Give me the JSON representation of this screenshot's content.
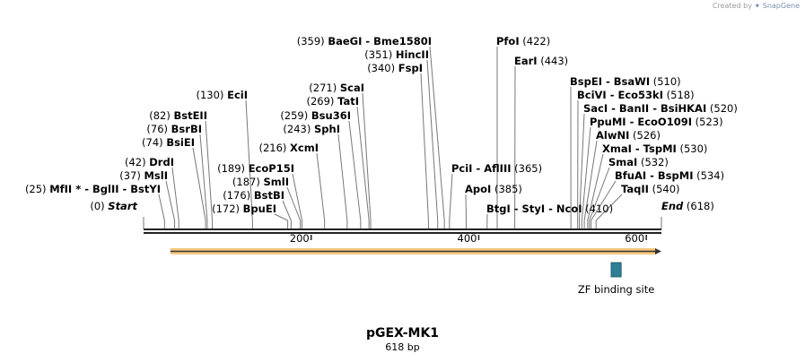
{
  "credit": {
    "prefix": "Created by",
    "brand": "SnapGene",
    "icon": "snapgene-logo-icon"
  },
  "title": "pGEX-MK1",
  "subtitle": "618 bp",
  "map": {
    "length": 618,
    "ticks": [
      {
        "value": 200,
        "label": "200"
      },
      {
        "value": 400,
        "label": "400"
      },
      {
        "value": 600,
        "label": "600"
      }
    ],
    "start": {
      "label": "Start",
      "pos": "(0)"
    },
    "end": {
      "label": "End",
      "pos": "(618)"
    },
    "orf": {
      "from": 32,
      "to": 618,
      "color": "#f5c77e"
    },
    "features": [
      {
        "name": "ZF binding site",
        "from": 558,
        "to": 570,
        "color": "#2e7f96"
      }
    ],
    "sites": [
      {
        "name": "MfII *",
        "site": 25
      },
      {
        "name": "BglII",
        "site": 25
      },
      {
        "name": "BstYI",
        "site": 25
      },
      {
        "name": "MslI",
        "site": 37
      },
      {
        "name": "DrdI",
        "site": 42
      },
      {
        "name": "BsiEI",
        "site": 74
      },
      {
        "name": "BsrBI",
        "site": 76
      },
      {
        "name": "BstEII",
        "site": 82
      },
      {
        "name": "EciI",
        "site": 130
      },
      {
        "name": "BpuEI",
        "site": 172
      },
      {
        "name": "BstBI",
        "site": 176
      },
      {
        "name": "SmlI",
        "site": 187
      },
      {
        "name": "EcoP15I",
        "site": 189
      },
      {
        "name": "XcmI",
        "site": 216
      },
      {
        "name": "SphI",
        "site": 243
      },
      {
        "name": "Bsu36I",
        "site": 259
      },
      {
        "name": "TatI",
        "site": 269
      },
      {
        "name": "ScaI",
        "site": 271
      },
      {
        "name": "FspI",
        "site": 340
      },
      {
        "name": "HincII",
        "site": 351
      },
      {
        "name": "BaeGI",
        "site": 359
      },
      {
        "name": "Bme1580I",
        "site": 359
      },
      {
        "name": "PciI",
        "site": 365
      },
      {
        "name": "AflIII",
        "site": 365
      },
      {
        "name": "ApoI",
        "site": 385
      },
      {
        "name": "BtgI",
        "site": 410
      },
      {
        "name": "StyI",
        "site": 410
      },
      {
        "name": "NcoI",
        "site": 410
      },
      {
        "name": "PfoI",
        "site": 422
      },
      {
        "name": "EarI",
        "site": 443
      },
      {
        "name": "BspEI",
        "site": 510
      },
      {
        "name": "BsaWI",
        "site": 510
      },
      {
        "name": "BciVI",
        "site": 518
      },
      {
        "name": "Eco53kI",
        "site": 518
      },
      {
        "name": "SacI",
        "site": 520
      },
      {
        "name": "BanII",
        "site": 520
      },
      {
        "name": "BsiHKAI",
        "site": 520
      },
      {
        "name": "PpuMI",
        "site": 523
      },
      {
        "name": "EcoO109I",
        "site": 523
      },
      {
        "name": "AlwNI",
        "site": 526
      },
      {
        "name": "XmaI",
        "site": 530
      },
      {
        "name": "TspMI",
        "site": 530
      },
      {
        "name": "SmaI",
        "site": 532
      },
      {
        "name": "BfuAI",
        "site": 534
      },
      {
        "name": "BspMI",
        "site": 534
      },
      {
        "name": "TaqII",
        "site": 540
      }
    ],
    "labels": [
      {
        "names": [
          "MfII *",
          "BglII",
          "BstYI"
        ],
        "pos": "(25)",
        "side": "left"
      },
      {
        "names": [
          "MslI"
        ],
        "pos": "(37)",
        "side": "left"
      },
      {
        "names": [
          "DrdI"
        ],
        "pos": "(42)",
        "side": "left"
      },
      {
        "names": [
          "BsiEI"
        ],
        "pos": "(74)",
        "side": "left"
      },
      {
        "names": [
          "BsrBI"
        ],
        "pos": "(76)",
        "side": "left"
      },
      {
        "names": [
          "BstEII"
        ],
        "pos": "(82)",
        "side": "left"
      },
      {
        "names": [
          "EciI"
        ],
        "pos": "(130)",
        "side": "left"
      },
      {
        "names": [
          "BpuEI"
        ],
        "pos": "(172)",
        "side": "left"
      },
      {
        "names": [
          "BstBI"
        ],
        "pos": "(176)",
        "side": "left"
      },
      {
        "names": [
          "SmlI"
        ],
        "pos": "(187)",
        "side": "left"
      },
      {
        "names": [
          "EcoP15I"
        ],
        "pos": "(189)",
        "side": "left"
      },
      {
        "names": [
          "XcmI"
        ],
        "pos": "(216)",
        "side": "left"
      },
      {
        "names": [
          "SphI"
        ],
        "pos": "(243)",
        "side": "left"
      },
      {
        "names": [
          "Bsu36I"
        ],
        "pos": "(259)",
        "side": "left"
      },
      {
        "names": [
          "TatI"
        ],
        "pos": "(269)",
        "side": "left"
      },
      {
        "names": [
          "ScaI"
        ],
        "pos": "(271)",
        "side": "left"
      },
      {
        "names": [
          "FspI"
        ],
        "pos": "(340)",
        "side": "left"
      },
      {
        "names": [
          "HincII"
        ],
        "pos": "(351)",
        "side": "left"
      },
      {
        "names": [
          "BaeGI",
          "Bme1580I"
        ],
        "pos": "(359)",
        "side": "left"
      },
      {
        "names": [
          "PciI",
          "AflIII"
        ],
        "pos": "(365)",
        "side": "right"
      },
      {
        "names": [
          "ApoI"
        ],
        "pos": "(385)",
        "side": "right"
      },
      {
        "names": [
          "BtgI",
          "StyI",
          "NcoI"
        ],
        "pos": "(410)",
        "side": "right"
      },
      {
        "names": [
          "PfoI"
        ],
        "pos": "(422)",
        "side": "right"
      },
      {
        "names": [
          "EarI"
        ],
        "pos": "(443)",
        "side": "right"
      },
      {
        "names": [
          "BspEI",
          "BsaWI"
        ],
        "pos": "(510)",
        "side": "right"
      },
      {
        "names": [
          "BciVI",
          "Eco53kI"
        ],
        "pos": "(518)",
        "side": "right"
      },
      {
        "names": [
          "SacI",
          "BanII",
          "BsiHKAI"
        ],
        "pos": "(520)",
        "side": "right"
      },
      {
        "names": [
          "PpuMI",
          "EcoO109I"
        ],
        "pos": "(523)",
        "side": "right"
      },
      {
        "names": [
          "AlwNI"
        ],
        "pos": "(526)",
        "side": "right"
      },
      {
        "names": [
          "XmaI",
          "TspMI"
        ],
        "pos": "(530)",
        "side": "right"
      },
      {
        "names": [
          "SmaI"
        ],
        "pos": "(532)",
        "side": "right"
      },
      {
        "names": [
          "BfuAI",
          "BspMI"
        ],
        "pos": "(534)",
        "side": "right"
      },
      {
        "names": [
          "TaqII"
        ],
        "pos": "(540)",
        "side": "right"
      }
    ]
  }
}
